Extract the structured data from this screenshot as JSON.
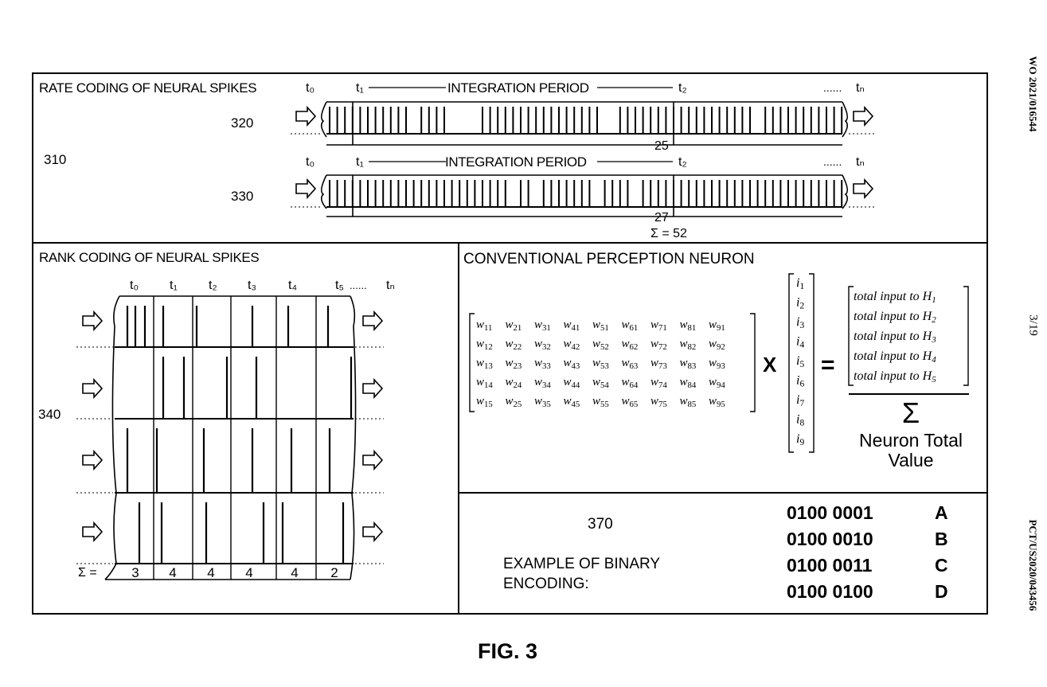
{
  "side_labels": {
    "pub_number": "WO 2021/016544",
    "sheet": "3/19",
    "app_number": "PCT/US2020/043456"
  },
  "caption": "FIG. 3",
  "rate_coding": {
    "title": "RATE CODING OF NEURAL SPIKES",
    "ref": "310",
    "t0": "t₀",
    "t1": "t₁",
    "t2": "t₂",
    "tn": "tₙ",
    "period_label": "INTEGRATION PERIOD",
    "trains": [
      {
        "ref": "320",
        "count": "25"
      },
      {
        "ref": "330",
        "count": "27"
      }
    ],
    "sum": "Σ = 52"
  },
  "rank_coding": {
    "title": "RANK CODING OF NEURAL SPIKES",
    "ref": "340",
    "time_labels": [
      "t₀",
      "t₁",
      "t₂",
      "t₃",
      "t₄",
      "t₅"
    ],
    "tn": "tₙ",
    "sum_label": "Σ =",
    "sums": [
      "3",
      "4",
      "4",
      "4",
      "4",
      "2"
    ]
  },
  "perceptron": {
    "title": "CONVENTIONAL PERCEPTION NEURON",
    "weights": [
      [
        "w11",
        "w21",
        "w31",
        "w41",
        "w51",
        "w61",
        "w71",
        "w81",
        "w91"
      ],
      [
        "w12",
        "w22",
        "w32",
        "w42",
        "w52",
        "w62",
        "w72",
        "w82",
        "w92"
      ],
      [
        "w13",
        "w23",
        "w33",
        "w43",
        "w53",
        "w63",
        "w73",
        "w83",
        "w93"
      ],
      [
        "w14",
        "w24",
        "w34",
        "w44",
        "w54",
        "w64",
        "w74",
        "w84",
        "w94"
      ],
      [
        "w15",
        "w25",
        "w35",
        "w45",
        "w55",
        "w65",
        "w75",
        "w85",
        "w95"
      ]
    ],
    "times": "X",
    "inputs": [
      "i1",
      "i2",
      "i3",
      "i4",
      "i5",
      "i6",
      "i7",
      "i8",
      "i9"
    ],
    "equals": "=",
    "outputs": [
      "total input to H1",
      "total input to H2",
      "total input to H3",
      "total input to H4",
      "total input to H5"
    ],
    "sigma": "Σ",
    "result_line1": "Neuron Total",
    "result_line2": "Value"
  },
  "binary": {
    "ref": "370",
    "label_line1": "EXAMPLE OF BINARY",
    "label_line2": "ENCODING:",
    "codes": [
      {
        "code": "0100 0001",
        "char": "A"
      },
      {
        "code": "0100 0010",
        "char": "B"
      },
      {
        "code": "0100 0011",
        "char": "C"
      },
      {
        "code": "0100 0100",
        "char": "D"
      }
    ]
  }
}
